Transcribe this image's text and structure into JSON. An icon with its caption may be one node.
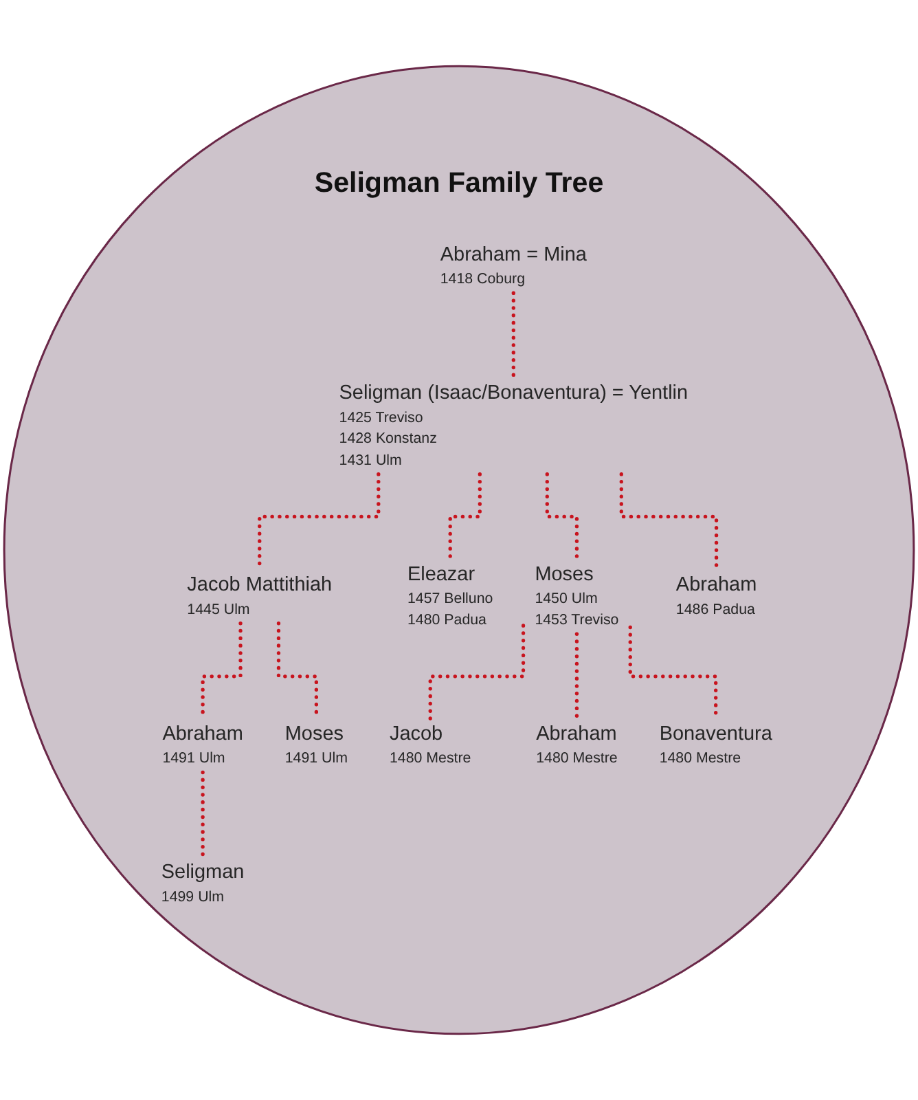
{
  "diagram": {
    "nodes": [
      {
        "text": [
          "Seligman Family Tree"
        ]
      },
      {
        "text": [
          "Abraham = Mina",
          "1418 Coburg"
        ],
        "in": 0
      },
      {
        "text": [
          "Seligman (Isaac/Bonaventura) = Yentlin",
          "1425 Treviso",
          "1428 Konstanz",
          "1431 Ulm"
        ],
        "in": 0
      },
      {
        "text": [
          "Jacob Mattithiah",
          "1445 Ulm"
        ],
        "in": 0
      },
      {
        "text": [
          "Eleazar",
          "1457 Belluno",
          "1480 Padua"
        ],
        "in": 0
      },
      {
        "text": [
          "Moses",
          "1450 Ulm",
          "1453 Treviso"
        ],
        "in": 0
      },
      {
        "text": [
          "Abraham",
          "1486 Padua"
        ],
        "in": 0
      },
      {
        "text": [
          "Abraham",
          "1491 Ulm"
        ],
        "in": 0
      },
      {
        "text": [
          "Moses",
          "1491 Ulm"
        ],
        "in": 0
      },
      {
        "text": [
          "Seligman",
          "1499 Ulm"
        ],
        "in": 0
      },
      {
        "text": [
          "Jacob",
          "1480 Mestre"
        ],
        "in": 0
      },
      {
        "text": [
          "Abraham",
          "1480 Mestre"
        ],
        "in": 0
      },
      {
        "text": [
          "Bonaventura",
          "1480 Mestre"
        ],
        "in": 0
      }
    ],
    "edges": [
      {
        "from": 1,
        "to": 2,
        "arrow": "none",
        "style": "dashed"
      },
      {
        "from": 2,
        "to": 3,
        "arrow": "none",
        "style": "dashed"
      },
      {
        "from": 2,
        "to": 4,
        "arrow": "none",
        "style": "dashed"
      },
      {
        "from": 2,
        "to": 5,
        "arrow": "none",
        "style": "dashed"
      },
      {
        "from": 2,
        "to": 6,
        "arrow": "none",
        "style": "dashed"
      },
      {
        "from": 3,
        "to": 7,
        "arrow": "none",
        "style": "dashed"
      },
      {
        "from": 3,
        "to": 8,
        "arrow": "none",
        "style": "dashed"
      },
      {
        "from": 7,
        "to": 9,
        "arrow": "none",
        "style": "dashed"
      },
      {
        "from": 5,
        "to": 10,
        "arrow": "none",
        "style": "dashed"
      },
      {
        "from": 5,
        "to": 11,
        "arrow": "none",
        "style": "dashed"
      },
      {
        "from": 5,
        "to": 12,
        "arrow": "none",
        "style": "dashed"
      }
    ]
  }
}
